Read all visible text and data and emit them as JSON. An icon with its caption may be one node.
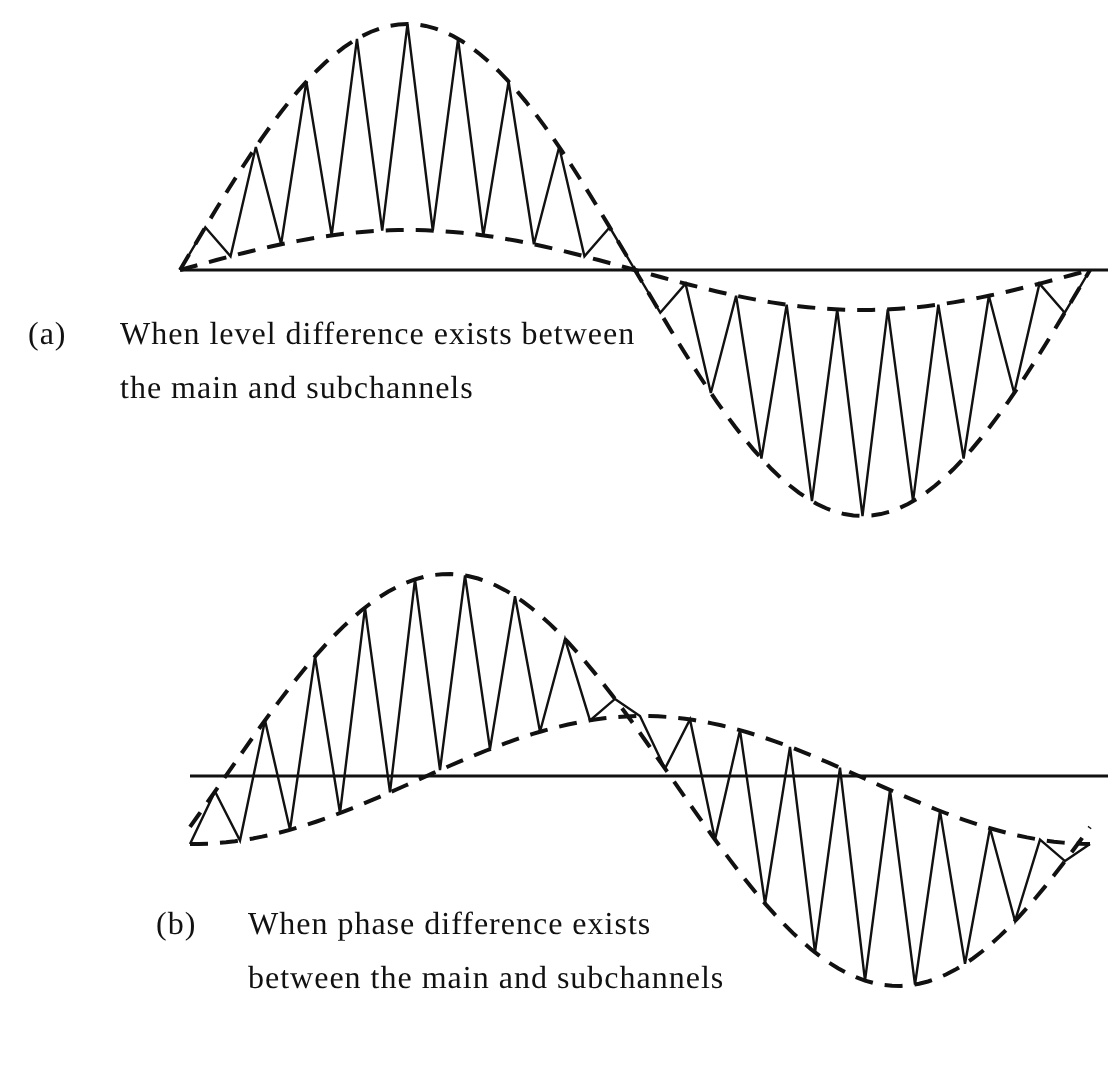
{
  "diagram": {
    "labels": [
      "(a)",
      "When level difference exists between the main and subchannels",
      "(b)",
      "When phase difference exists between the main and subchannels"
    ]
  }
}
